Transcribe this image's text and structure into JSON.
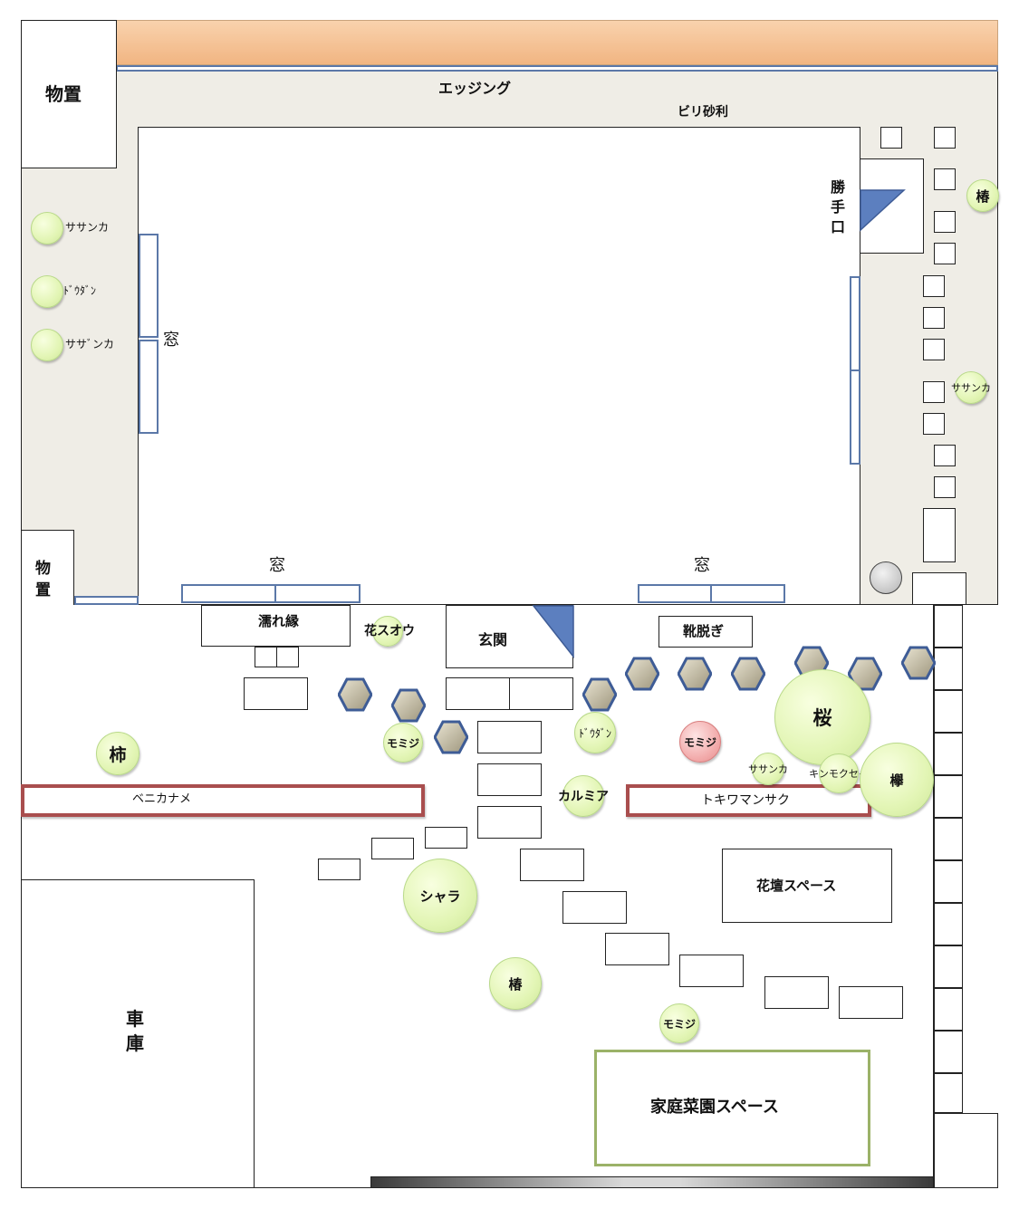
{
  "labels": {
    "storage_top": "物置",
    "storage_side_1": "物",
    "storage_side_2": "置",
    "edging": "エッジング",
    "gravel": "ビリ砂利",
    "back_door_1": "勝",
    "back_door_2": "手",
    "back_door_3": "口",
    "window_west": "窓",
    "window_south_left": "窓",
    "window_south_right": "窓",
    "veranda": "濡れ縁",
    "entrance": "玄関",
    "shoe_removal": "靴脱ぎ",
    "garage_1": "車",
    "garage_2": "庫",
    "flowerbed_space": "花壇スペース",
    "vegetable_garden": "家庭菜園スペース",
    "hedge_left": "ベニカナメ",
    "hedge_right": "トキワマンサク"
  },
  "plants": {
    "sasanqua_west_1": "ササンカ",
    "dodan_west": "ﾄﾞｳﾀﾞﾝ",
    "sasanqua_west_2": "ササﾞンカ",
    "camellia_east": "椿",
    "sasanqua_east": "ササンカ",
    "hanasuou": "花スオウ",
    "kaki": "柿",
    "momiji_1": "モミジ",
    "dodan_south": "ﾄﾞｳﾀﾞﾝ",
    "momiji_red": "モミジ",
    "sakura": "桜",
    "sasanqua_south": "ササンカ",
    "kinmokusei": "キンモクセイ",
    "keyaki": "欅",
    "kalmia": "カルミア",
    "shara": "シャラ",
    "camellia_south": "椿",
    "momiji_2": "モミジ"
  },
  "colors": {
    "yard": "#efede6",
    "edging_band": "#f4bd8b",
    "window": "#5b78a8",
    "door_fill": "#5c7fbf",
    "hedge_border": "#a94e4e",
    "vegetable_border": "#9bb268",
    "tree_fill": "#e2f5b4",
    "tree_red": "#f2aaaa",
    "stone": "#c4bca2"
  }
}
